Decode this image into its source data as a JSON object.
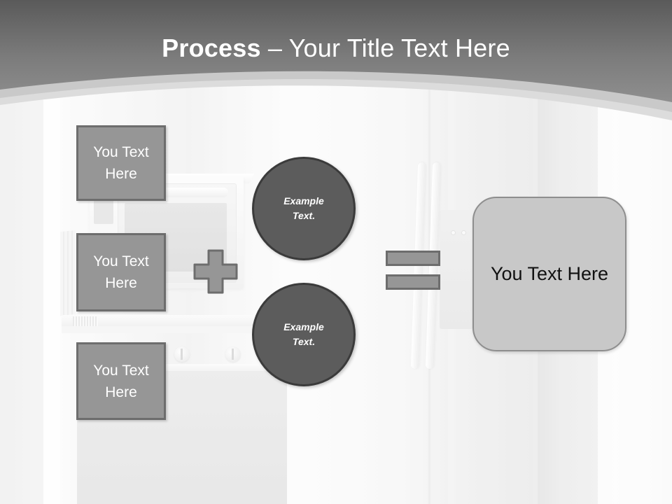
{
  "slide": {
    "title_bold": "Process",
    "title_regular": " – Your Title Text Here"
  },
  "colors": {
    "header_gradient_top": "#5e5e5e",
    "header_gradient_bottom": "#8d8d8d",
    "arc_band": "#d9d9d9",
    "box_fill": "#969696",
    "box_border": "#6d6d6d",
    "box_text": "#ffffff",
    "circle_fill": "#5c5c5c",
    "circle_border": "#3b3b3b",
    "circle_text": "#ffffff",
    "result_fill": "#c8c8c8",
    "result_border": "#8e8e8e",
    "result_text": "#111111",
    "slide_background": "#f7f7f7"
  },
  "diagram": {
    "input_boxes": [
      {
        "line1": "You Text",
        "line2": "Here"
      },
      {
        "line1": "You Text",
        "line2": "Here"
      },
      {
        "line1": "You Text",
        "line2": "Here"
      }
    ],
    "plus_operator": "+",
    "circles": [
      {
        "line1": "Example",
        "line2": "Text."
      },
      {
        "line1": "Example",
        "line2": "Text."
      }
    ],
    "equals_operator": "=",
    "result": {
      "text": "You Text Here"
    }
  }
}
